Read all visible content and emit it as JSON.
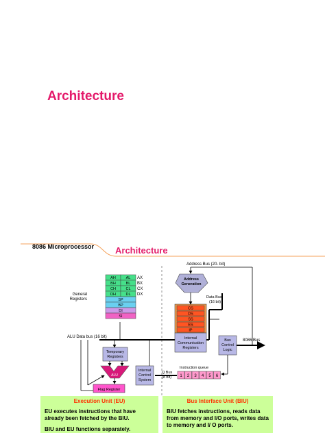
{
  "slide": {
    "title": "Architecture"
  },
  "header": {
    "deck": "8086 Microprocessor",
    "title": "Architecture"
  },
  "diagram": {
    "registers": [
      {
        "hi": "AH",
        "lo": "AL",
        "name": "AX",
        "color": "#46e08a"
      },
      {
        "hi": "BH",
        "lo": "BL",
        "name": "BX",
        "color": "#46e08a"
      },
      {
        "hi": "CH",
        "lo": "CL",
        "name": "CX",
        "color": "#46e08a"
      },
      {
        "hi": "DH",
        "lo": "DL",
        "name": "DX",
        "color": "#46e08a"
      }
    ],
    "pointer_regs": [
      {
        "label": "SP",
        "color": "#6ad0f0"
      },
      {
        "label": "BP",
        "color": "#6ad0f0"
      },
      {
        "label": "DI",
        "color": "#cc99e8"
      },
      {
        "label": "SI",
        "color": "#f062c4"
      }
    ],
    "segment_regs": [
      "CS",
      "DS",
      "SS",
      "ES",
      "IP"
    ],
    "queue": [
      "1",
      "2",
      "3",
      "4",
      "5",
      "6"
    ],
    "labels": {
      "general_registers": [
        "General",
        "Registers"
      ],
      "alu_bus": "ALU Data bus (16 bit)",
      "temp_regs": [
        "Temporary",
        "Registers"
      ],
      "alu": "ALU",
      "flag": "Flag Register",
      "control": [
        "Internal",
        "Control",
        "System"
      ],
      "address_bus": "Address Bus (20- bit)",
      "address_gen": [
        "Address",
        "Generation"
      ],
      "data_bus": [
        "Data Bus",
        "(16 bit)"
      ],
      "comm_regs": [
        "Internal",
        "Communication",
        "Registers"
      ],
      "bus_control": [
        "Bus",
        "Control",
        "Logic"
      ],
      "bus_8086": "8086 Bus",
      "instr_queue": "Instruction queue",
      "q_bus": [
        "Q Bus",
        "(8 bit)"
      ]
    },
    "colors": {
      "segment": "#ff5522",
      "segment_bg": "#f09a4a",
      "alu": "#d8197a",
      "flag": "#ff55cc",
      "gray_box": "#b8b8e6",
      "addr_gen": "#b0b0d8"
    }
  },
  "eu_box": {
    "title": "Execution Unit (EU)",
    "text": "EU executes instructions that have already been fetched by the BIU.",
    "text2": "BIU and EU functions separately."
  },
  "biu_box": {
    "title": "Bus Interface Unit (BIU)",
    "text": "BIU fetches instructions, reads data from memory and I/O ports, writes data to memory and I/ O ports."
  }
}
